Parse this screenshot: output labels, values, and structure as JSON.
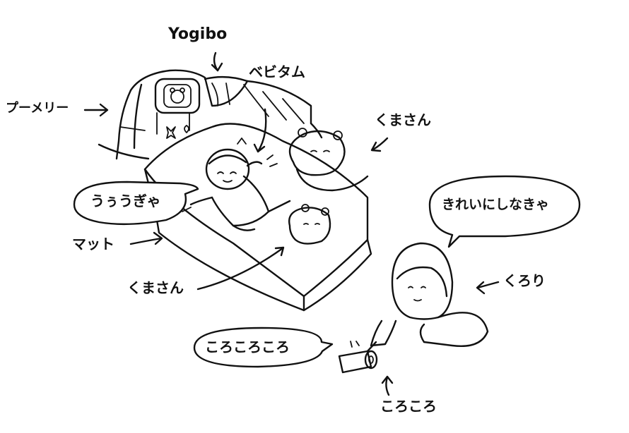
{
  "labels": {
    "yogibo": "Yogibo",
    "beby_tam": "ベビタム",
    "poo_merry": "プーメリー",
    "kuma_san_top": "くまさん",
    "uuugya": "うぅうぎゃ",
    "kireini": "きれいにしなきゃ",
    "mat": "マット",
    "kuma_san_bottom": "くまさん",
    "kurori": "くろり",
    "korokoro_bubble": "ころころころ",
    "korokoro": "ころころ"
  },
  "colors": {
    "ink": "#111111",
    "background": "#ffffff"
  }
}
